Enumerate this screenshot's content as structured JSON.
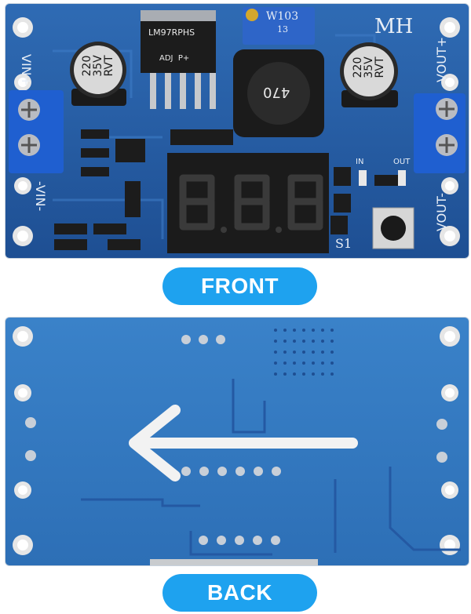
{
  "labels": {
    "front": "FRONT",
    "back": "BACK"
  },
  "front": {
    "brand_mark": "MH",
    "vin_plus": "VIN+",
    "vin_minus": "-VIN-",
    "vout_plus": "VOUT+",
    "vout_minus": "VOUT-",
    "cap_left": [
      "220",
      "35V",
      "RVT"
    ],
    "cap_right": [
      "220",
      "35V",
      "RVT"
    ],
    "regulator_marking": "LM97RPHS",
    "regulator_sub": "ADJ  P+",
    "inductor_marking": "470",
    "trimmer_marking": "W103",
    "trimmer_sub": "13",
    "led_in": "IN",
    "led_out": "OUT",
    "switch_label": "S1",
    "display_digits": "8.8.8."
  },
  "colors": {
    "pcb_front": "#2f6bb4",
    "pcb_back": "#3a82c9",
    "terminal": "#1f5fd0",
    "display_bg": "#1b1b1b",
    "display_segment": "#2e2e2e",
    "pill": "#1ea2ef"
  }
}
